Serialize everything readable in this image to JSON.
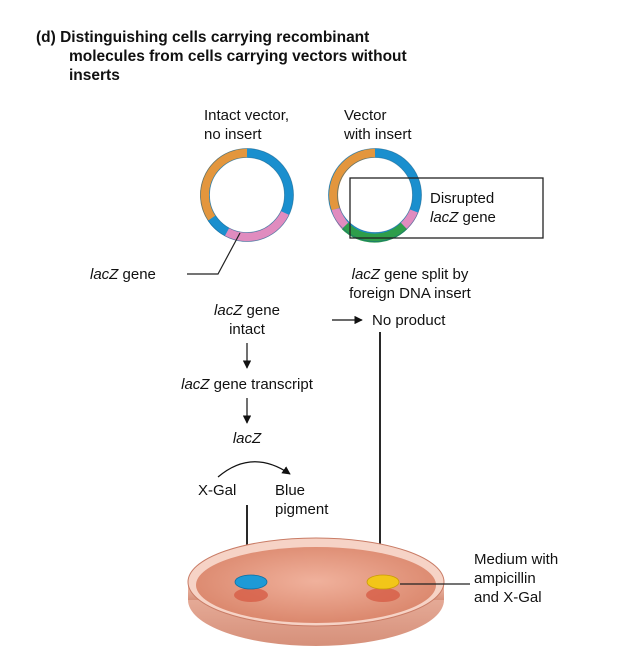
{
  "title": {
    "label": "(d)",
    "line1": "Distinguishing cells carrying recombinant",
    "line2": "molecules from cells carrying vectors without",
    "line3": "inserts"
  },
  "left_plasmid": {
    "caption_line1": "Intact vector,",
    "caption_line2": "no insert",
    "gene_label_italic": "lacZ",
    "gene_label_rest": " gene",
    "status_italic": "lacZ",
    "status_rest": " gene",
    "status_line2": "intact"
  },
  "right_plasmid": {
    "caption_line1": "Vector",
    "caption_line2": "with insert",
    "box_line1": "Disrupted",
    "box_line2_italic": "lacZ",
    "box_line2_rest": " gene",
    "split_italic": "lacZ",
    "split_rest": " gene split by",
    "split_line2": "foreign DNA insert",
    "no_product": "No product"
  },
  "pathway": {
    "transcript_italic": "lacZ",
    "transcript_rest": " gene transcript",
    "protein_italic": "lacZ",
    "xgal": "X-Gal",
    "blue_line1": "Blue",
    "blue_line2": "pigment"
  },
  "dish": {
    "medium_line1": "Medium with",
    "medium_line2": "ampicillin",
    "medium_line3": "and X-Gal"
  },
  "colors": {
    "plasmid_blue": "#1a8fce",
    "plasmid_orange": "#e3963d",
    "lacz_pink": "#e08cbf",
    "insert_green": "#2e9e4a",
    "colony_blue": "#1e9ad6",
    "colony_yellow": "#f2c619",
    "dish_agar": "#e59a82"
  }
}
